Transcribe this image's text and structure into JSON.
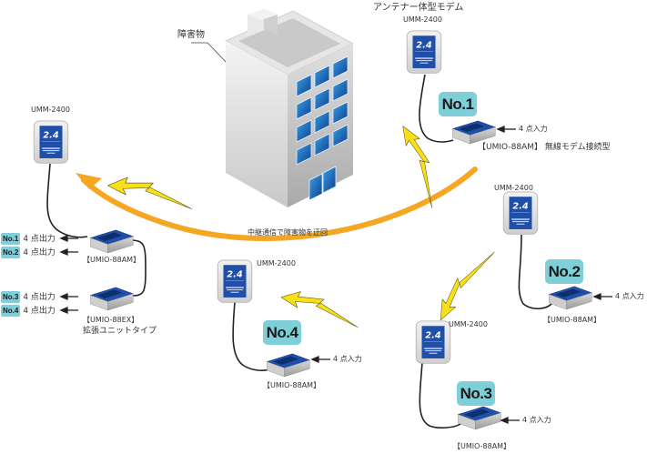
{
  "obstacle": {
    "label": "障害物"
  },
  "relay_caption": "中継通信で障害物を迂回",
  "top_caption": "アンテナー体型モデム",
  "modem_model": "UMM-2400",
  "modem_face_text": "2.4",
  "colors": {
    "badge": "#7ecfd8",
    "arc": "#f5a623",
    "bolt": "#f7e01a",
    "modem_face": "#1f4fa8",
    "window": "#1f6fc0"
  },
  "nodes": [
    {
      "id": "no1",
      "badge": "No.1",
      "modem_label": "UMM-2400",
      "input_label": "4 点入力",
      "device_label": "【UMIO-88AM】 無線モデム接続型"
    },
    {
      "id": "no2",
      "badge": "No.2",
      "modem_label": "UMM-2400",
      "input_label": "4 点入力",
      "device_label": "【UMIO-88AM】"
    },
    {
      "id": "no3",
      "badge": "No.3",
      "modem_label": "UMM-2400",
      "input_label": "4 点入力",
      "device_label": "【UMIO-88AM】"
    },
    {
      "id": "no4",
      "badge": "No.4",
      "modem_label": "UMM-2400",
      "input_label": "4 点入力",
      "device_label": "【UMIO-88AM】"
    }
  ],
  "base": {
    "modem_label": "UMM-2400",
    "main_device_label": "【UMIO-88AM】",
    "ext_device_label": "【UMIO-88EX】",
    "ext_device_caption": "拡張ユニットタイプ",
    "outputs": [
      {
        "badge": "No.1",
        "label": "4 点出力"
      },
      {
        "badge": "No.2",
        "label": "4 点出力"
      },
      {
        "badge": "No.3",
        "label": "4 点出力"
      },
      {
        "badge": "No.4",
        "label": "4 点出力"
      }
    ]
  }
}
